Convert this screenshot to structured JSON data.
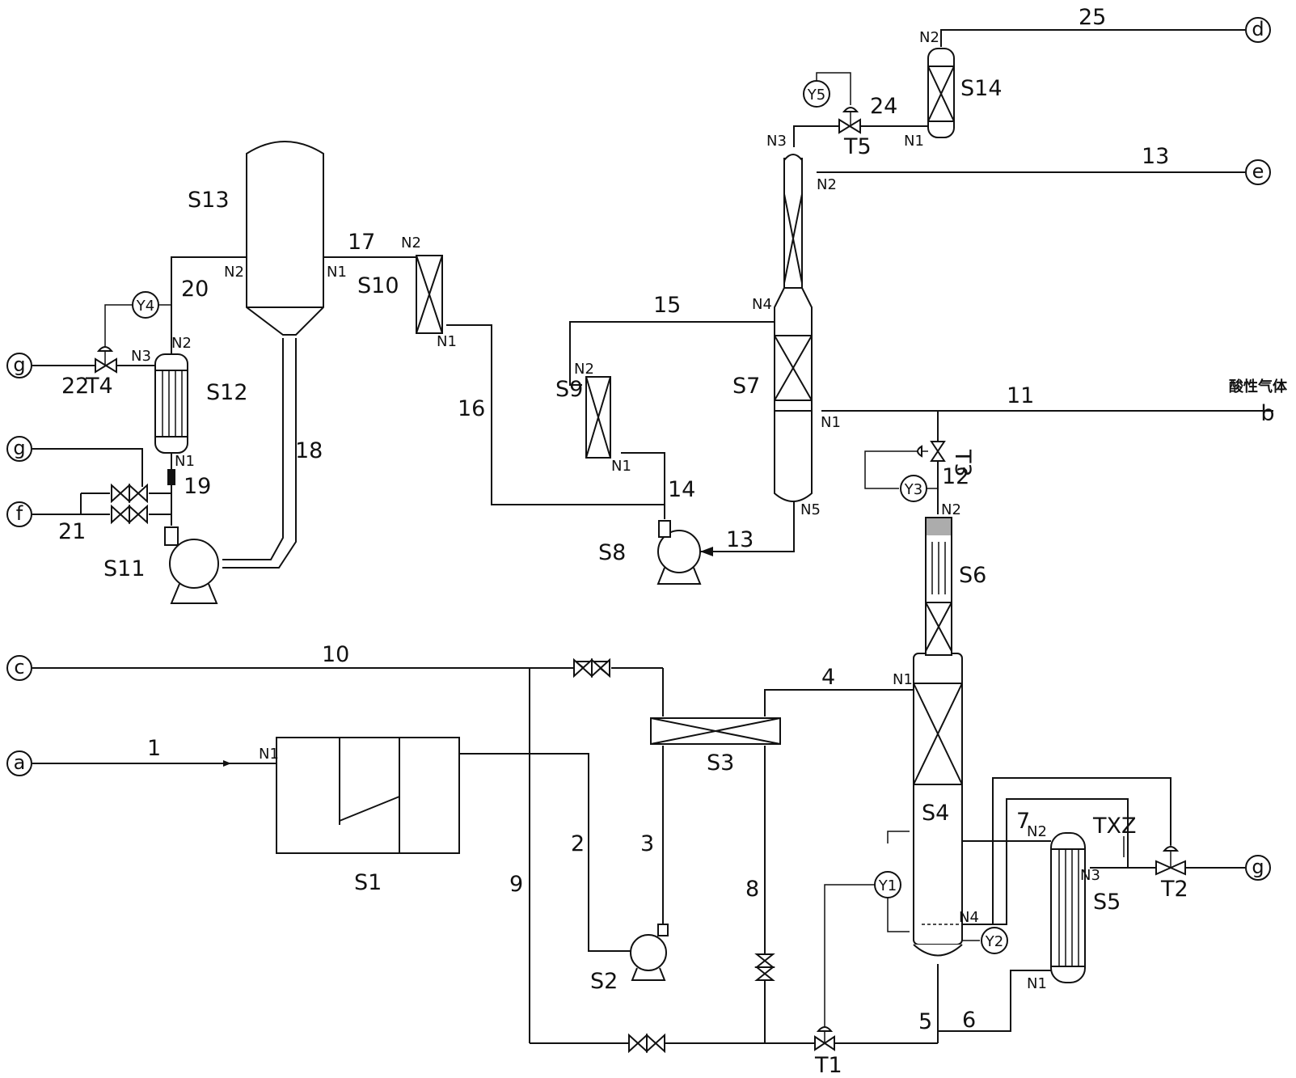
{
  "equipment": {
    "s1": "S1",
    "s2": "S2",
    "s3": "S3",
    "s4": "S4",
    "s5": "S5",
    "s6": "S6",
    "s7": "S7",
    "s8": "S8",
    "s9": "S9",
    "s10": "S10",
    "s11": "S11",
    "s12": "S12",
    "s13": "S13",
    "s14": "S14"
  },
  "streams": {
    "1": "1",
    "2": "2",
    "3": "3",
    "4": "4",
    "5": "5",
    "6": "6",
    "7": "7",
    "8": "8",
    "9": "9",
    "10": "10",
    "11": "11",
    "12": "12",
    "13a": "13",
    "13b": "13",
    "14": "14",
    "15": "15",
    "16": "16",
    "17": "17",
    "18": "18",
    "19": "19",
    "20": "20",
    "21": "21",
    "22": "22",
    "24": "24",
    "25": "25"
  },
  "valves": {
    "t1": "T1",
    "t2": "T2",
    "t3": "T3",
    "t4": "T4",
    "t5": "T5"
  },
  "controllers": {
    "y1": "Y1",
    "y2": "Y2",
    "y3": "Y3",
    "y4": "Y4",
    "y5": "Y5"
  },
  "endpoints": {
    "a": "a",
    "b": "b",
    "c": "c",
    "d": "d",
    "e": "e",
    "f": "f",
    "g1": "g",
    "g2": "g",
    "g3": "g"
  },
  "nozzles": {
    "n1": "N1",
    "n2": "N2",
    "n3": "N3",
    "n4": "N4",
    "n5": "N5"
  },
  "labels": {
    "acid_gas": "酸性气体",
    "txz": "TXZ"
  }
}
